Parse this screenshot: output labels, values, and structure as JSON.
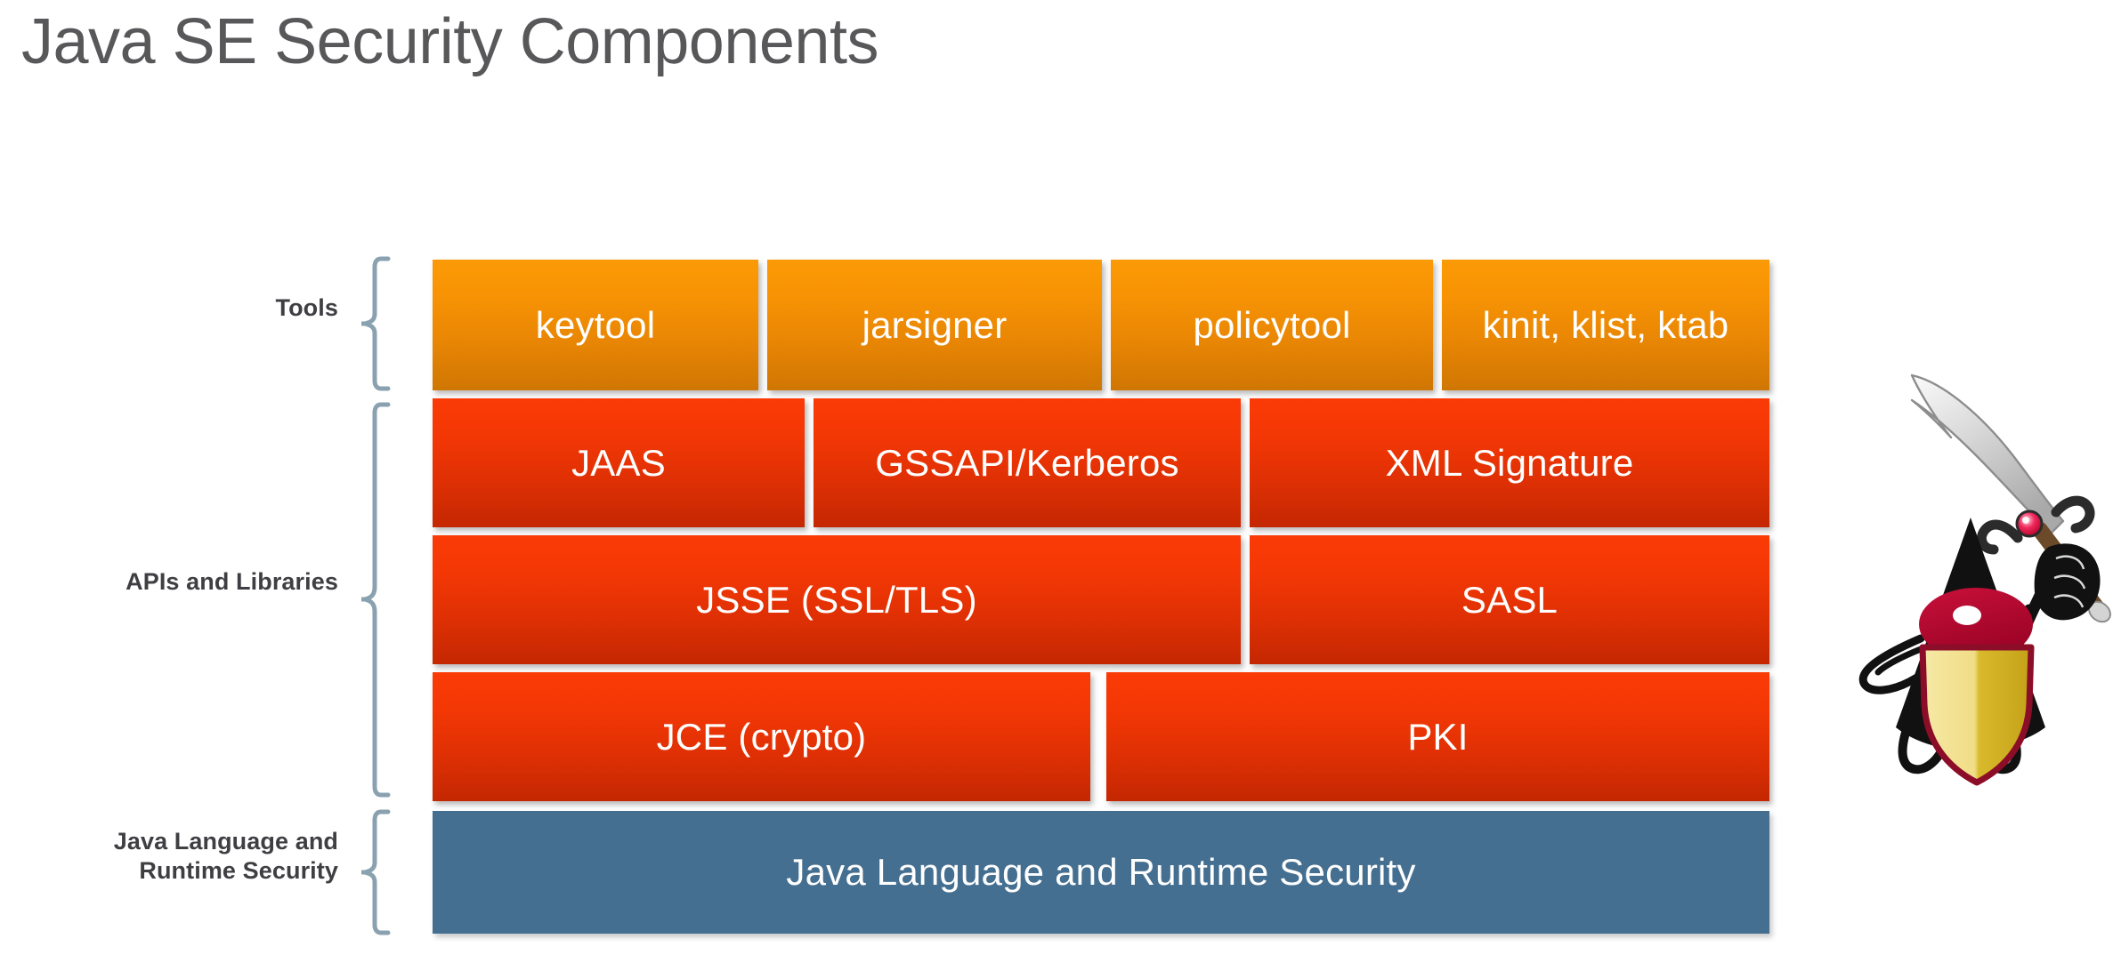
{
  "title": "Java SE Security Components",
  "colors": {
    "title_text": "#58585a",
    "tools_box": "#f08c04",
    "api_box": "#e63403",
    "runtime_box": "#456f90",
    "brace": "#8aa2b0",
    "label_text": "#3f3f43",
    "box_text": "#ffffff",
    "background": "#ffffff"
  },
  "groups": [
    {
      "id": "tools",
      "label": "Tools",
      "label_lines": [
        "Tools"
      ],
      "rows": [
        {
          "id": "tools-row",
          "kind": "tool",
          "boxes": [
            {
              "label": "keytool"
            },
            {
              "label": "jarsigner"
            },
            {
              "label": "policytool"
            },
            {
              "label": "kinit, klist, ktab"
            }
          ]
        }
      ]
    },
    {
      "id": "apis",
      "label": "APIs and Libraries",
      "label_lines": [
        "APIs and Libraries"
      ],
      "rows": [
        {
          "id": "api-row-1",
          "kind": "api",
          "boxes": [
            {
              "label": "JAAS"
            },
            {
              "label": "GSSAPI/Kerberos"
            },
            {
              "label": "XML Signature"
            }
          ]
        },
        {
          "id": "api-row-2",
          "kind": "api",
          "boxes": [
            {
              "label": "JSSE (SSL/TLS)"
            },
            {
              "label": "SASL"
            }
          ]
        },
        {
          "id": "api-row-3",
          "kind": "api",
          "boxes": [
            {
              "label": "JCE (crypto)"
            },
            {
              "label": "PKI"
            }
          ]
        }
      ]
    },
    {
      "id": "runtime",
      "label": "Java Language and Runtime Security",
      "label_lines": [
        "Java Language and",
        "Runtime Security"
      ],
      "rows": [
        {
          "id": "runtime-row",
          "kind": "runtime",
          "boxes": [
            {
              "label": "Java Language and Runtime Security"
            }
          ]
        }
      ]
    }
  ],
  "mascot": {
    "name": "duke-mascot",
    "description": "Java Duke holding a sword and a shield",
    "colors": {
      "body": "#111111",
      "nose": "#b5052f",
      "shield_light": "#f4e08a",
      "shield_dark": "#c8a51c",
      "shield_border": "#8c0d28",
      "blade": "#cfcfcf",
      "hilt": "#2b2b2b",
      "gem": "#e00b3c"
    }
  }
}
